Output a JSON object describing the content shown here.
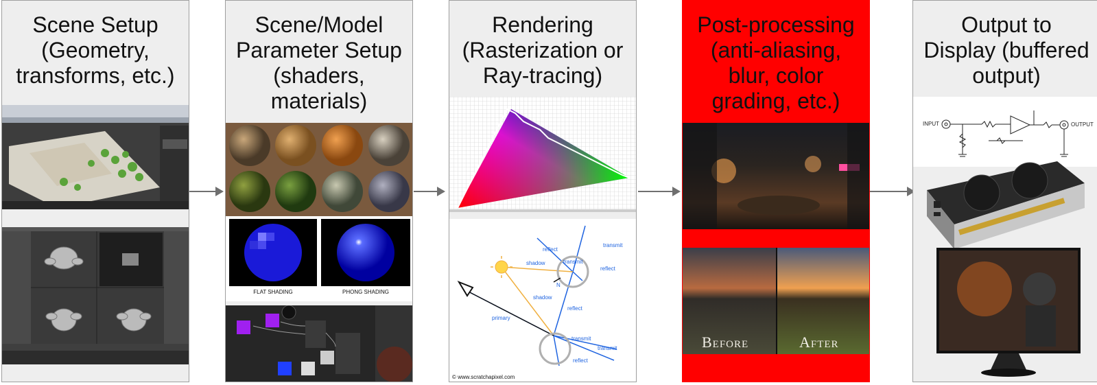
{
  "stages": [
    {
      "title": "Scene Setup\n(Geometry,\ntransforms, etc.)"
    },
    {
      "title": "Scene/Model\nParameter Setup\n(shaders,\nmaterials)",
      "captions": {
        "flat": "FLAT SHADING",
        "phong": "PHONG SHADING"
      }
    },
    {
      "title": "Rendering\n(Rasterization or\nRay-tracing)",
      "rays": {
        "reflect1": "reflect",
        "transmit1": "transmit",
        "transmit2": "transmit",
        "reflect2": "reflect",
        "shadow1": "shadow",
        "shadow2": "shadow",
        "n": "N",
        "reflect3": "reflect",
        "primary": "primary",
        "transmit3": "transmit",
        "transmit4": "transmit",
        "reflect4": "reflect"
      },
      "credit": "© www.scratchapixel.com"
    },
    {
      "title": "Post-processing\n(anti-aliasing,\nblur, color\ngrading, etc.)",
      "before": "Before",
      "after": "After"
    },
    {
      "title": "Output to\nDisplay (buffered\noutput)",
      "circuit": {
        "input": "INPUT",
        "output": "OUTPUT"
      }
    }
  ],
  "colors": {
    "postprocess_bg": "#ff0000",
    "title_bg": "#eeeeee",
    "arrow": "#6f6f6f"
  }
}
